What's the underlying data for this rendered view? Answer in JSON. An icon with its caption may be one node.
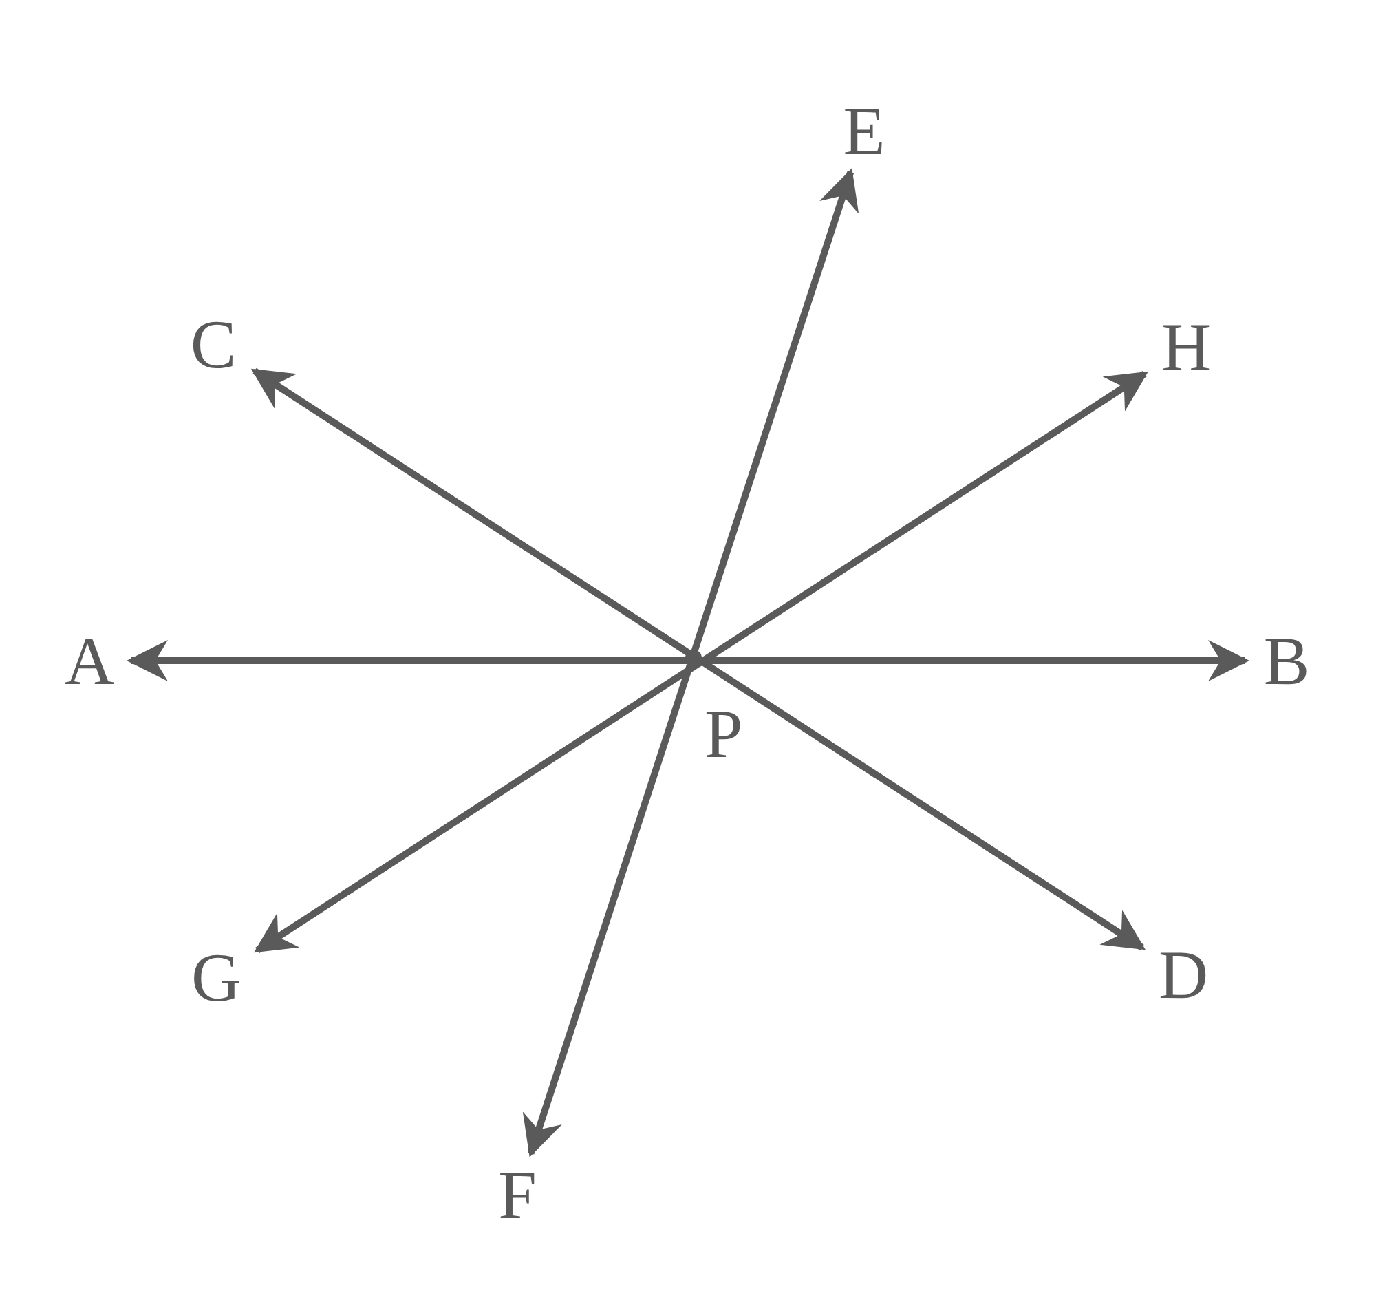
{
  "diagram": {
    "nodes": [
      {
        "text": [
          "E"
        ]
      },
      {
        "text": [
          "C"
        ]
      },
      {
        "text": [
          "H"
        ]
      },
      {
        "text": [
          "A"
        ]
      },
      {
        "text": [
          "B"
        ]
      },
      {
        "text": [
          "G"
        ]
      },
      {
        "text": [
          "D"
        ]
      },
      {
        "text": [
          "F"
        ]
      }
    ],
    "edges": [
      {
        "from": 3,
        "to": 4,
        "arrow": "both"
      },
      {
        "from": 1,
        "to": 6,
        "arrow": "both"
      },
      {
        "from": 0,
        "to": 7,
        "arrow": "both"
      },
      {
        "from": 5,
        "to": 2,
        "arrow": "both"
      }
    ],
    "labels": [
      "P"
    ]
  }
}
